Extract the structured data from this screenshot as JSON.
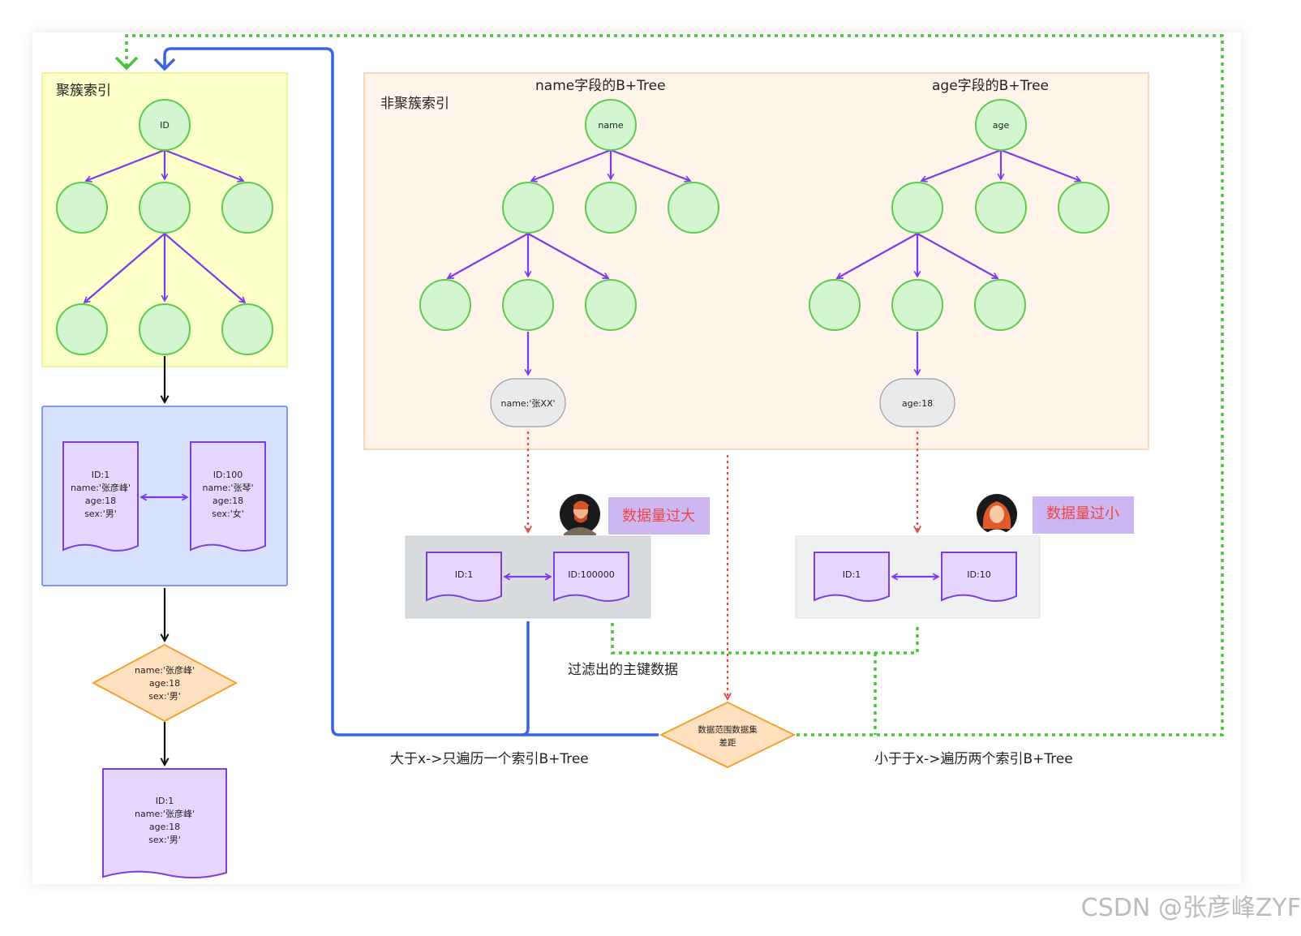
{
  "clustered": {
    "title": "聚簇索引",
    "root": "ID",
    "doc1": [
      "ID:1",
      "name:'张彦峰'",
      "age:18",
      "sex:'男'"
    ],
    "doc2": [
      "ID:100",
      "name:'张琴'",
      "age:18",
      "sex:'女'"
    ],
    "decision": [
      "name:'张彦峰'",
      "age:18",
      "sex:'男'"
    ],
    "result": [
      "ID:1",
      "name:'张彦峰'",
      "age:18",
      "sex:'男'"
    ]
  },
  "nonclustered": {
    "title": "非聚簇索引",
    "name_tree_title": "name字段的B+Tree",
    "age_tree_title": "age字段的B+Tree",
    "name_root": "name",
    "age_root": "age",
    "name_leaf": "name:'张XX'",
    "age_leaf": "age:18"
  },
  "name_result": {
    "left": "ID:1",
    "right": "ID:100000",
    "note": "数据量过大"
  },
  "age_result": {
    "left": "ID:1",
    "right": "ID:10",
    "note": "数据量过小"
  },
  "filter_label": "过滤出的主键数据",
  "compare": [
    "数据范围数据集",
    "差距"
  ],
  "label_greater": "大于x->只遍历一个索引B+Tree",
  "label_less": "小于于x->遍历两个索引B+Tree",
  "watermark": "CSDN @张彦峰ZYF",
  "colors": {
    "tree_arrow": "#7c3aed",
    "node_fill": "#d3f5d0",
    "node_stroke": "#5ccb4e",
    "blue_line": "#3b63e0",
    "green_dotted": "#46c53a",
    "red_dotted": "#ef4444",
    "doc_fill": "#e6d6ff",
    "doc_stroke": "#7b3fe0",
    "diamond_fill": "#ffe0bf",
    "diamond_stroke": "#f5a030"
  }
}
